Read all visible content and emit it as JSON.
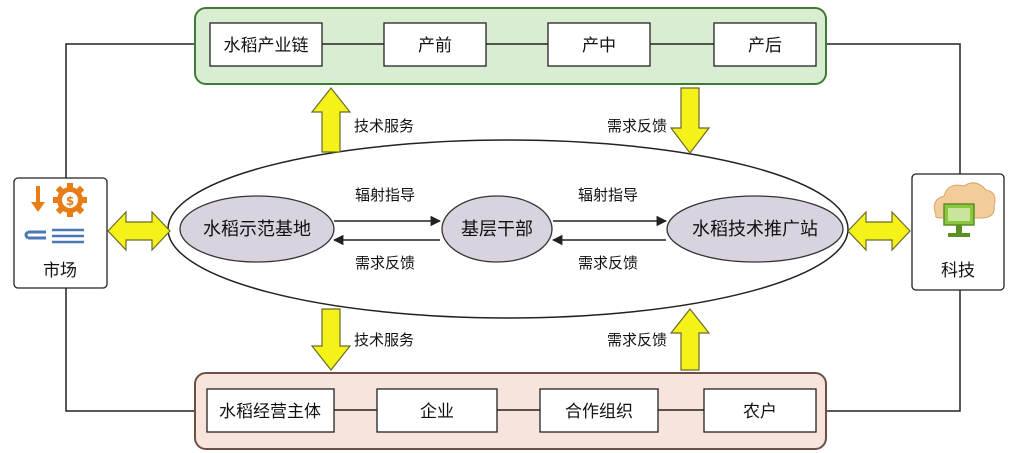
{
  "top_group": {
    "title": "水稻产业链",
    "stages": [
      "产前",
      "产中",
      "产后"
    ],
    "fill": "#d8edd2",
    "stroke": "#3f7a34"
  },
  "bottom_group": {
    "title": "水稻经营主体",
    "stages": [
      "企业",
      "合作组织",
      "农户"
    ],
    "fill": "#f7e4dc",
    "stroke": "#6e4f44"
  },
  "center": {
    "nodes": [
      "水稻示范基地",
      "基层干部",
      "水稻技术推广站"
    ],
    "node_fill": "#d9d3e0",
    "left_link": {
      "forward": "辐射指导",
      "back": "需求反馈"
    },
    "right_link": {
      "forward": "辐射指导",
      "back": "需求反馈"
    }
  },
  "side_left": {
    "label": "市场",
    "icon": "market-gear-dollar-icon"
  },
  "side_right": {
    "label": "科技",
    "icon": "cloud-computer-icon"
  },
  "vertical_links": {
    "top_left": "技术服务",
    "top_right": "需求反馈",
    "bottom_left": "技术服务",
    "bottom_right": "需求反馈"
  },
  "colors": {
    "arrow_fill": "#f5f21a",
    "arrow_stroke": "#6a6a2a",
    "line": "#222222"
  }
}
